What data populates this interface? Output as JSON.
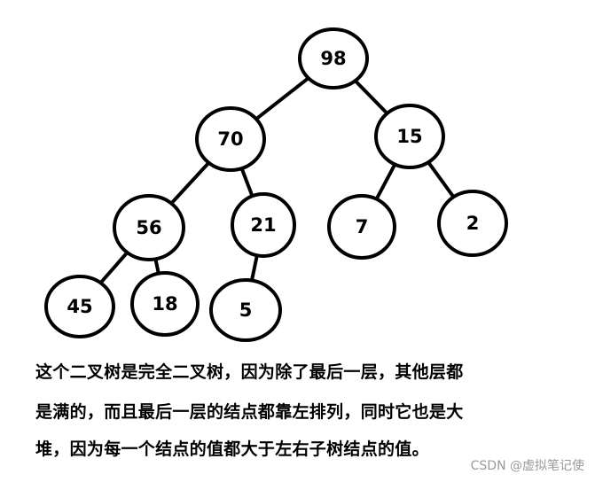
{
  "tree": {
    "nodes": [
      {
        "id": "n98",
        "label": "98"
      },
      {
        "id": "n70",
        "label": "70"
      },
      {
        "id": "n15",
        "label": "15"
      },
      {
        "id": "n56",
        "label": "56"
      },
      {
        "id": "n21",
        "label": "21"
      },
      {
        "id": "n7",
        "label": "7"
      },
      {
        "id": "n2",
        "label": "2"
      },
      {
        "id": "n45",
        "label": "45"
      },
      {
        "id": "n18",
        "label": "18"
      },
      {
        "id": "n5",
        "label": "5"
      }
    ],
    "edges": [
      {
        "from": "n98",
        "to": "n70"
      },
      {
        "from": "n98",
        "to": "n15"
      },
      {
        "from": "n70",
        "to": "n56"
      },
      {
        "from": "n70",
        "to": "n21"
      },
      {
        "from": "n15",
        "to": "n7"
      },
      {
        "from": "n15",
        "to": "n2"
      },
      {
        "from": "n56",
        "to": "n45"
      },
      {
        "from": "n56",
        "to": "n18"
      },
      {
        "from": "n21",
        "to": "n5"
      }
    ]
  },
  "caption": {
    "line1": "这个二叉树是完全二叉树，因为除了最后一层，其他层都",
    "line2": "是满的，而且最后一层的结点都靠左排列，同时它也是大",
    "line3": "堆，因为每一个结点的值都大于左右子树结点的值。"
  },
  "watermark": "CSDN @虚拟笔记使"
}
